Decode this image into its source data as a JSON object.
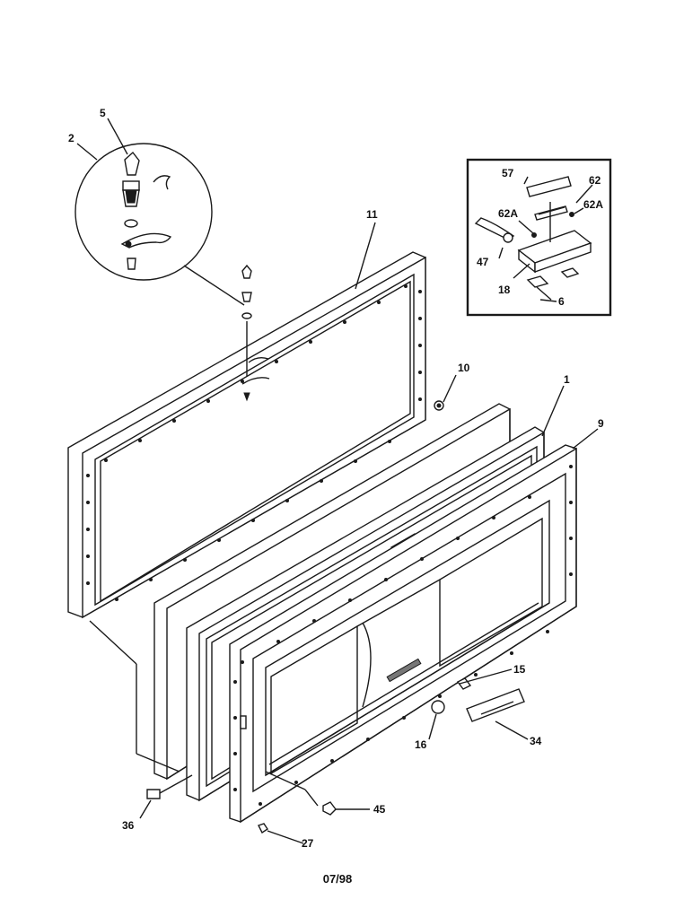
{
  "labels": {
    "l1": "1",
    "l2": "2",
    "l5": "5",
    "l6": "6",
    "l9": "9",
    "l10": "10",
    "l11": "11",
    "l15": "15",
    "l16": "16",
    "l18": "18",
    "l27": "27",
    "l34": "34",
    "l36": "36",
    "l45": "45",
    "l47": "47",
    "l57": "57",
    "l62": "62",
    "l62a1": "62A",
    "l62a2": "62A"
  },
  "date_code": "07/98"
}
